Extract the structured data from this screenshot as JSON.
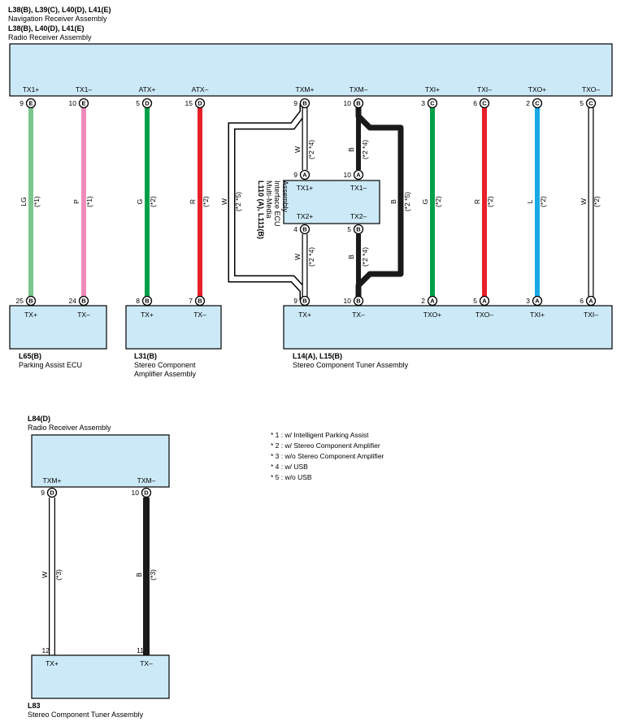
{
  "top_connector": {
    "header_line1": "L38(B), L39(C), L40(D), L41(E)",
    "header_line2": "Navigation Receiver Assembly",
    "header_line3": "L38(B), L40(D), L41(E)",
    "header_line4": "Radio Receiver Assembly",
    "pins": [
      {
        "label": "TX1+",
        "pin": "9",
        "conn": "E"
      },
      {
        "label": "TX1–",
        "pin": "10",
        "conn": "E"
      },
      {
        "label": "ATX+",
        "pin": "5",
        "conn": "D"
      },
      {
        "label": "ATX–",
        "pin": "15",
        "conn": "D"
      },
      {
        "label": "TXM+",
        "pin": "9",
        "conn": "B"
      },
      {
        "label": "TXM–",
        "pin": "10",
        "conn": "B"
      },
      {
        "label": "TXI+",
        "pin": "3",
        "conn": "C"
      },
      {
        "label": "TXI–",
        "pin": "6",
        "conn": "C"
      },
      {
        "label": "TXO+",
        "pin": "2",
        "conn": "C"
      },
      {
        "label": "TXO–",
        "pin": "5",
        "conn": "C"
      }
    ]
  },
  "wires_top": [
    {
      "code": "LG",
      "note": "(*1)",
      "color": "#7cc58e"
    },
    {
      "code": "P",
      "note": "(*1)",
      "color": "#f08cbc"
    },
    {
      "code": "G",
      "note": "(*2)",
      "color": "#00a04a"
    },
    {
      "code": "R",
      "note": "(*2)",
      "color": "#e8202a"
    },
    {
      "code": "G",
      "note": "(*2)",
      "color": "#00a04a"
    },
    {
      "code": "R",
      "note": "(*2)",
      "color": "#e8202a"
    },
    {
      "code": "L",
      "note": "(*2)",
      "color": "#18a8e8"
    },
    {
      "code": "W",
      "note": "(*2)",
      "color": "#ffffff"
    }
  ],
  "usb_wires": {
    "w_upper": {
      "code": "W",
      "note": "(*2 *4)"
    },
    "b_upper": {
      "code": "B",
      "note": "(*2 *4)"
    },
    "w_lower": {
      "code": "W",
      "note": "(*2 *4)"
    },
    "b_lower": {
      "code": "B",
      "note": "(*2 *4)"
    },
    "w_bypass": {
      "code": "W",
      "note": "(*2 *5)"
    },
    "b_bypass": {
      "code": "B",
      "note": "(*2 *5)"
    }
  },
  "media_ecu": {
    "id": "L110 (A), L111(B)",
    "name_line1": "Multi-Media",
    "name_line2": "Interface ECU",
    "name_line3": "Assembly",
    "pins": [
      {
        "label": "TX1+",
        "pin": "9",
        "conn": "A"
      },
      {
        "label": "TX1–",
        "pin": "10",
        "conn": "A"
      },
      {
        "label": "TX2+",
        "pin": "4",
        "conn": "B"
      },
      {
        "label": "TX2–",
        "pin": "5",
        "conn": "B"
      }
    ]
  },
  "parking_ecu": {
    "id": "L65(B)",
    "name": "Parking Assist ECU",
    "pins": [
      {
        "label": "TX+",
        "pin": "25",
        "conn": "B"
      },
      {
        "label": "TX–",
        "pin": "24",
        "conn": "B"
      }
    ]
  },
  "amplifier": {
    "id": "L31(B)",
    "name_line1": "Stereo Component",
    "name_line2": "Amplifier Assembly",
    "pins": [
      {
        "label": "TX+",
        "pin": "8",
        "conn": "B"
      },
      {
        "label": "TX–",
        "pin": "7",
        "conn": "B"
      }
    ]
  },
  "tuner": {
    "id": "L14(A), L15(B)",
    "name": "Stereo Component Tuner Assembly",
    "pins": [
      {
        "label": "TX+",
        "pin": "9",
        "conn": "B"
      },
      {
        "label": "TX–",
        "pin": "10",
        "conn": "B"
      },
      {
        "label": "TXO+",
        "pin": "2",
        "conn": "A"
      },
      {
        "label": "TXO–",
        "pin": "5",
        "conn": "A"
      },
      {
        "label": "TXI+",
        "pin": "3",
        "conn": "A"
      },
      {
        "label": "TXI–",
        "pin": "6",
        "conn": "A"
      }
    ]
  },
  "radio2": {
    "id": "L84(D)",
    "name": "Radio Receiver Assembly",
    "pins": [
      {
        "label": "TXM+",
        "pin": "9",
        "conn": "D"
      },
      {
        "label": "TXM–",
        "pin": "10",
        "conn": "D"
      }
    ]
  },
  "radio2_wires": [
    {
      "code": "W",
      "note": "(*3)",
      "color": "#ffffff"
    },
    {
      "code": "B",
      "note": "(*3)",
      "color": "#1a1a1a"
    }
  ],
  "tuner2": {
    "id": "L83",
    "name": "Stereo Component Tuner Assembly",
    "pins": [
      {
        "label": "TX+",
        "pin": "12"
      },
      {
        "label": "TX–",
        "pin": "11"
      }
    ]
  },
  "legend": [
    "* 1 : w/ Intelligent Parking Assist",
    "* 2 : w/ Stereo Component Amplifier",
    "* 3 : w/o Stereo Component Amplifier",
    "* 4 : w/ USB",
    "* 5 : w/o USB"
  ]
}
